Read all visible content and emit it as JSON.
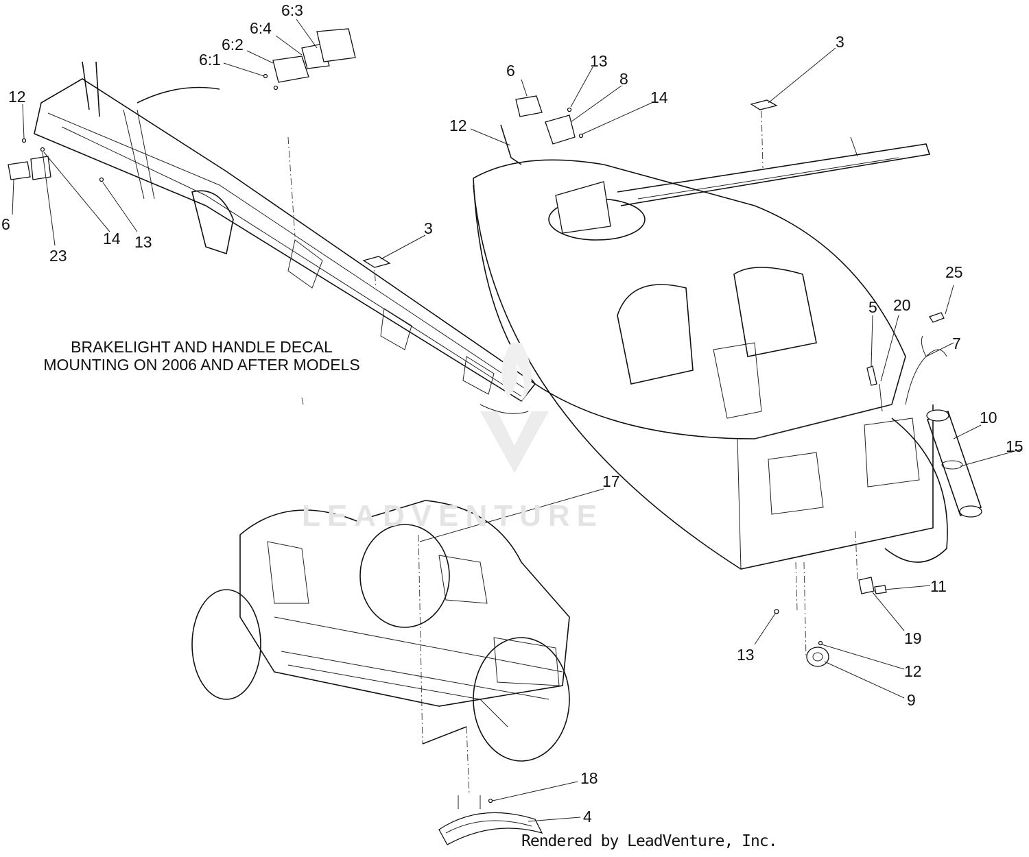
{
  "caption": {
    "line1": "BRAKELIGHT AND HANDLE DECAL",
    "line2": "MOUNTING ON 2006 AND AFTER MODELS"
  },
  "watermark": "LEADVENTURE",
  "credit": "Rendered by LeadVenture, Inc.",
  "callouts": {
    "c1": "6:3",
    "c2": "6:4",
    "c3": "6:2",
    "c4": "6:1",
    "c5": "12",
    "c6": "6",
    "c7": "23",
    "c8": "14",
    "c9": "13",
    "c10": "3",
    "c11": "6",
    "c12": "13",
    "c13": "8",
    "c14": "14",
    "c15": "12",
    "c16": "3",
    "c17": "25",
    "c18": "5",
    "c19": "20",
    "c20": "7",
    "c21": "10",
    "c22": "15",
    "c23": "17",
    "c24": "11",
    "c25": "19",
    "c26": "13",
    "c27": "12",
    "c28": "9",
    "c29": "18",
    "c30": "4"
  }
}
